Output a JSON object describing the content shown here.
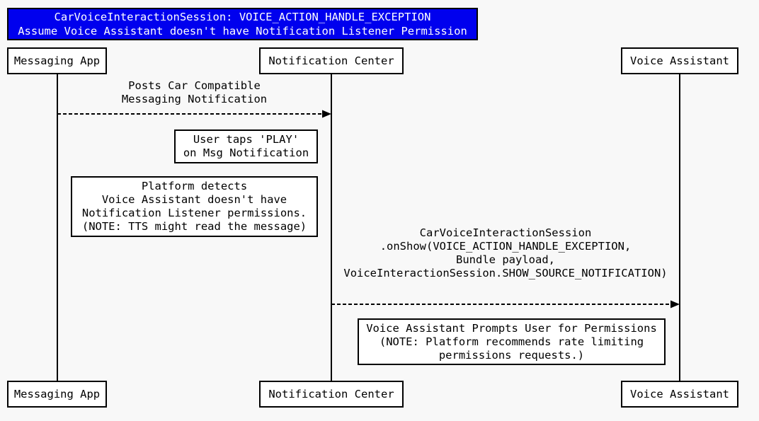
{
  "colors": {
    "canvas_bg": "#F8F8F8",
    "title_bg": "#0000EE",
    "title_text": "#FFFFFF",
    "line": "#000000",
    "box_bg": "#FFFFFF",
    "text": "#000000"
  },
  "title": {
    "line1": "CarVoiceInteractionSession: VOICE_ACTION_HANDLE_EXCEPTION",
    "line2": "Assume Voice Assistant doesn't have Notification Listener Permission"
  },
  "actors": {
    "messaging_app": "Messaging App",
    "notification_center": "Notification Center",
    "voice_assistant": "Voice Assistant"
  },
  "messages": [
    {
      "from": "Messaging App",
      "to": "Notification Center",
      "style": "dashed-arrow",
      "lines": [
        "Posts Car Compatible",
        "Messaging Notification"
      ]
    },
    {
      "from": "Notification Center",
      "to": "Voice Assistant",
      "style": "dashed-arrow",
      "lines": [
        "CarVoiceInteractionSession",
        ".onShow(VOICE_ACTION_HANDLE_EXCEPTION,",
        "Bundle payload,",
        "VoiceInteractionSession.SHOW_SOURCE_NOTIFICATION)"
      ]
    }
  ],
  "notes": [
    {
      "lines": [
        "User taps 'PLAY'",
        "on Msg Notification"
      ]
    },
    {
      "lines": [
        "Platform detects",
        "Voice Assistant doesn't have",
        "Notification Listener permissions.",
        "(NOTE: TTS might read the message)"
      ]
    },
    {
      "lines": [
        "Voice Assistant Prompts User for Permissions",
        "(NOTE: Platform recommends rate limiting",
        "permissions requests.)"
      ]
    }
  ]
}
